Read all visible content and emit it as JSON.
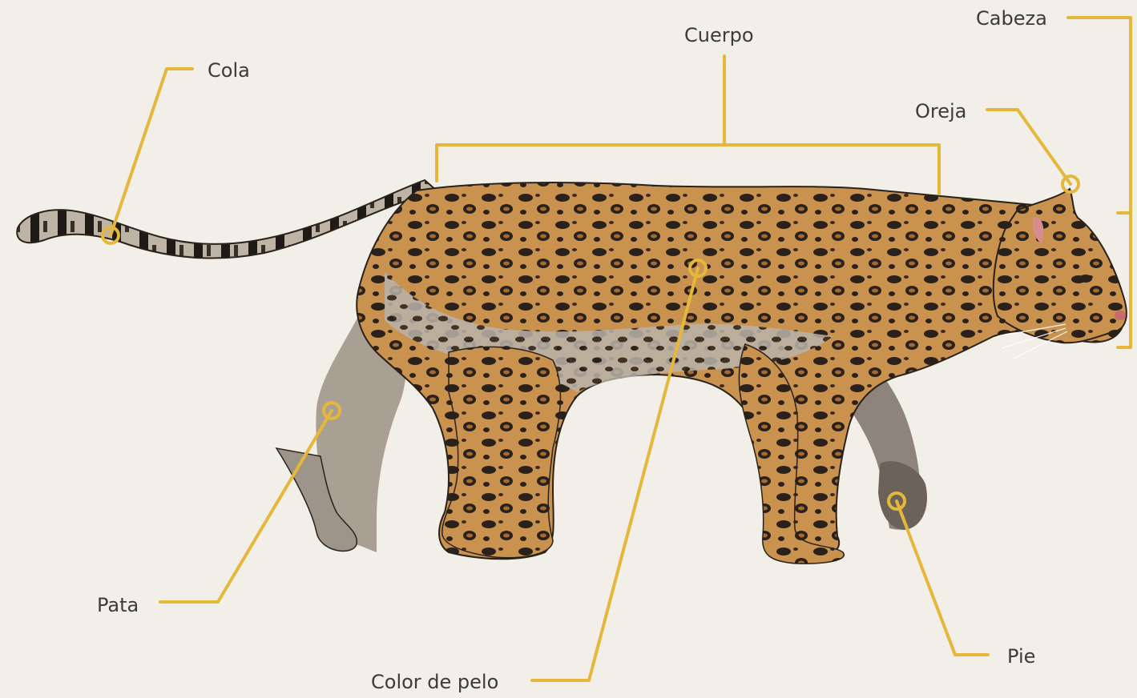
{
  "diagram": {
    "accent_color": "#e5b73b",
    "label_color": "#3b3b3b",
    "background_color": "#f1efe8",
    "fur_color": "#c9924f",
    "spot_color": "#2a211b",
    "belly_color": "#b8b3ab",
    "labels": {
      "cabeza": "Cabeza",
      "cuerpo": "Cuerpo",
      "cola": "Cola",
      "oreja": "Oreja",
      "pata": "Pata",
      "pie": "Pie",
      "color_pelo": "Color de pelo"
    }
  }
}
